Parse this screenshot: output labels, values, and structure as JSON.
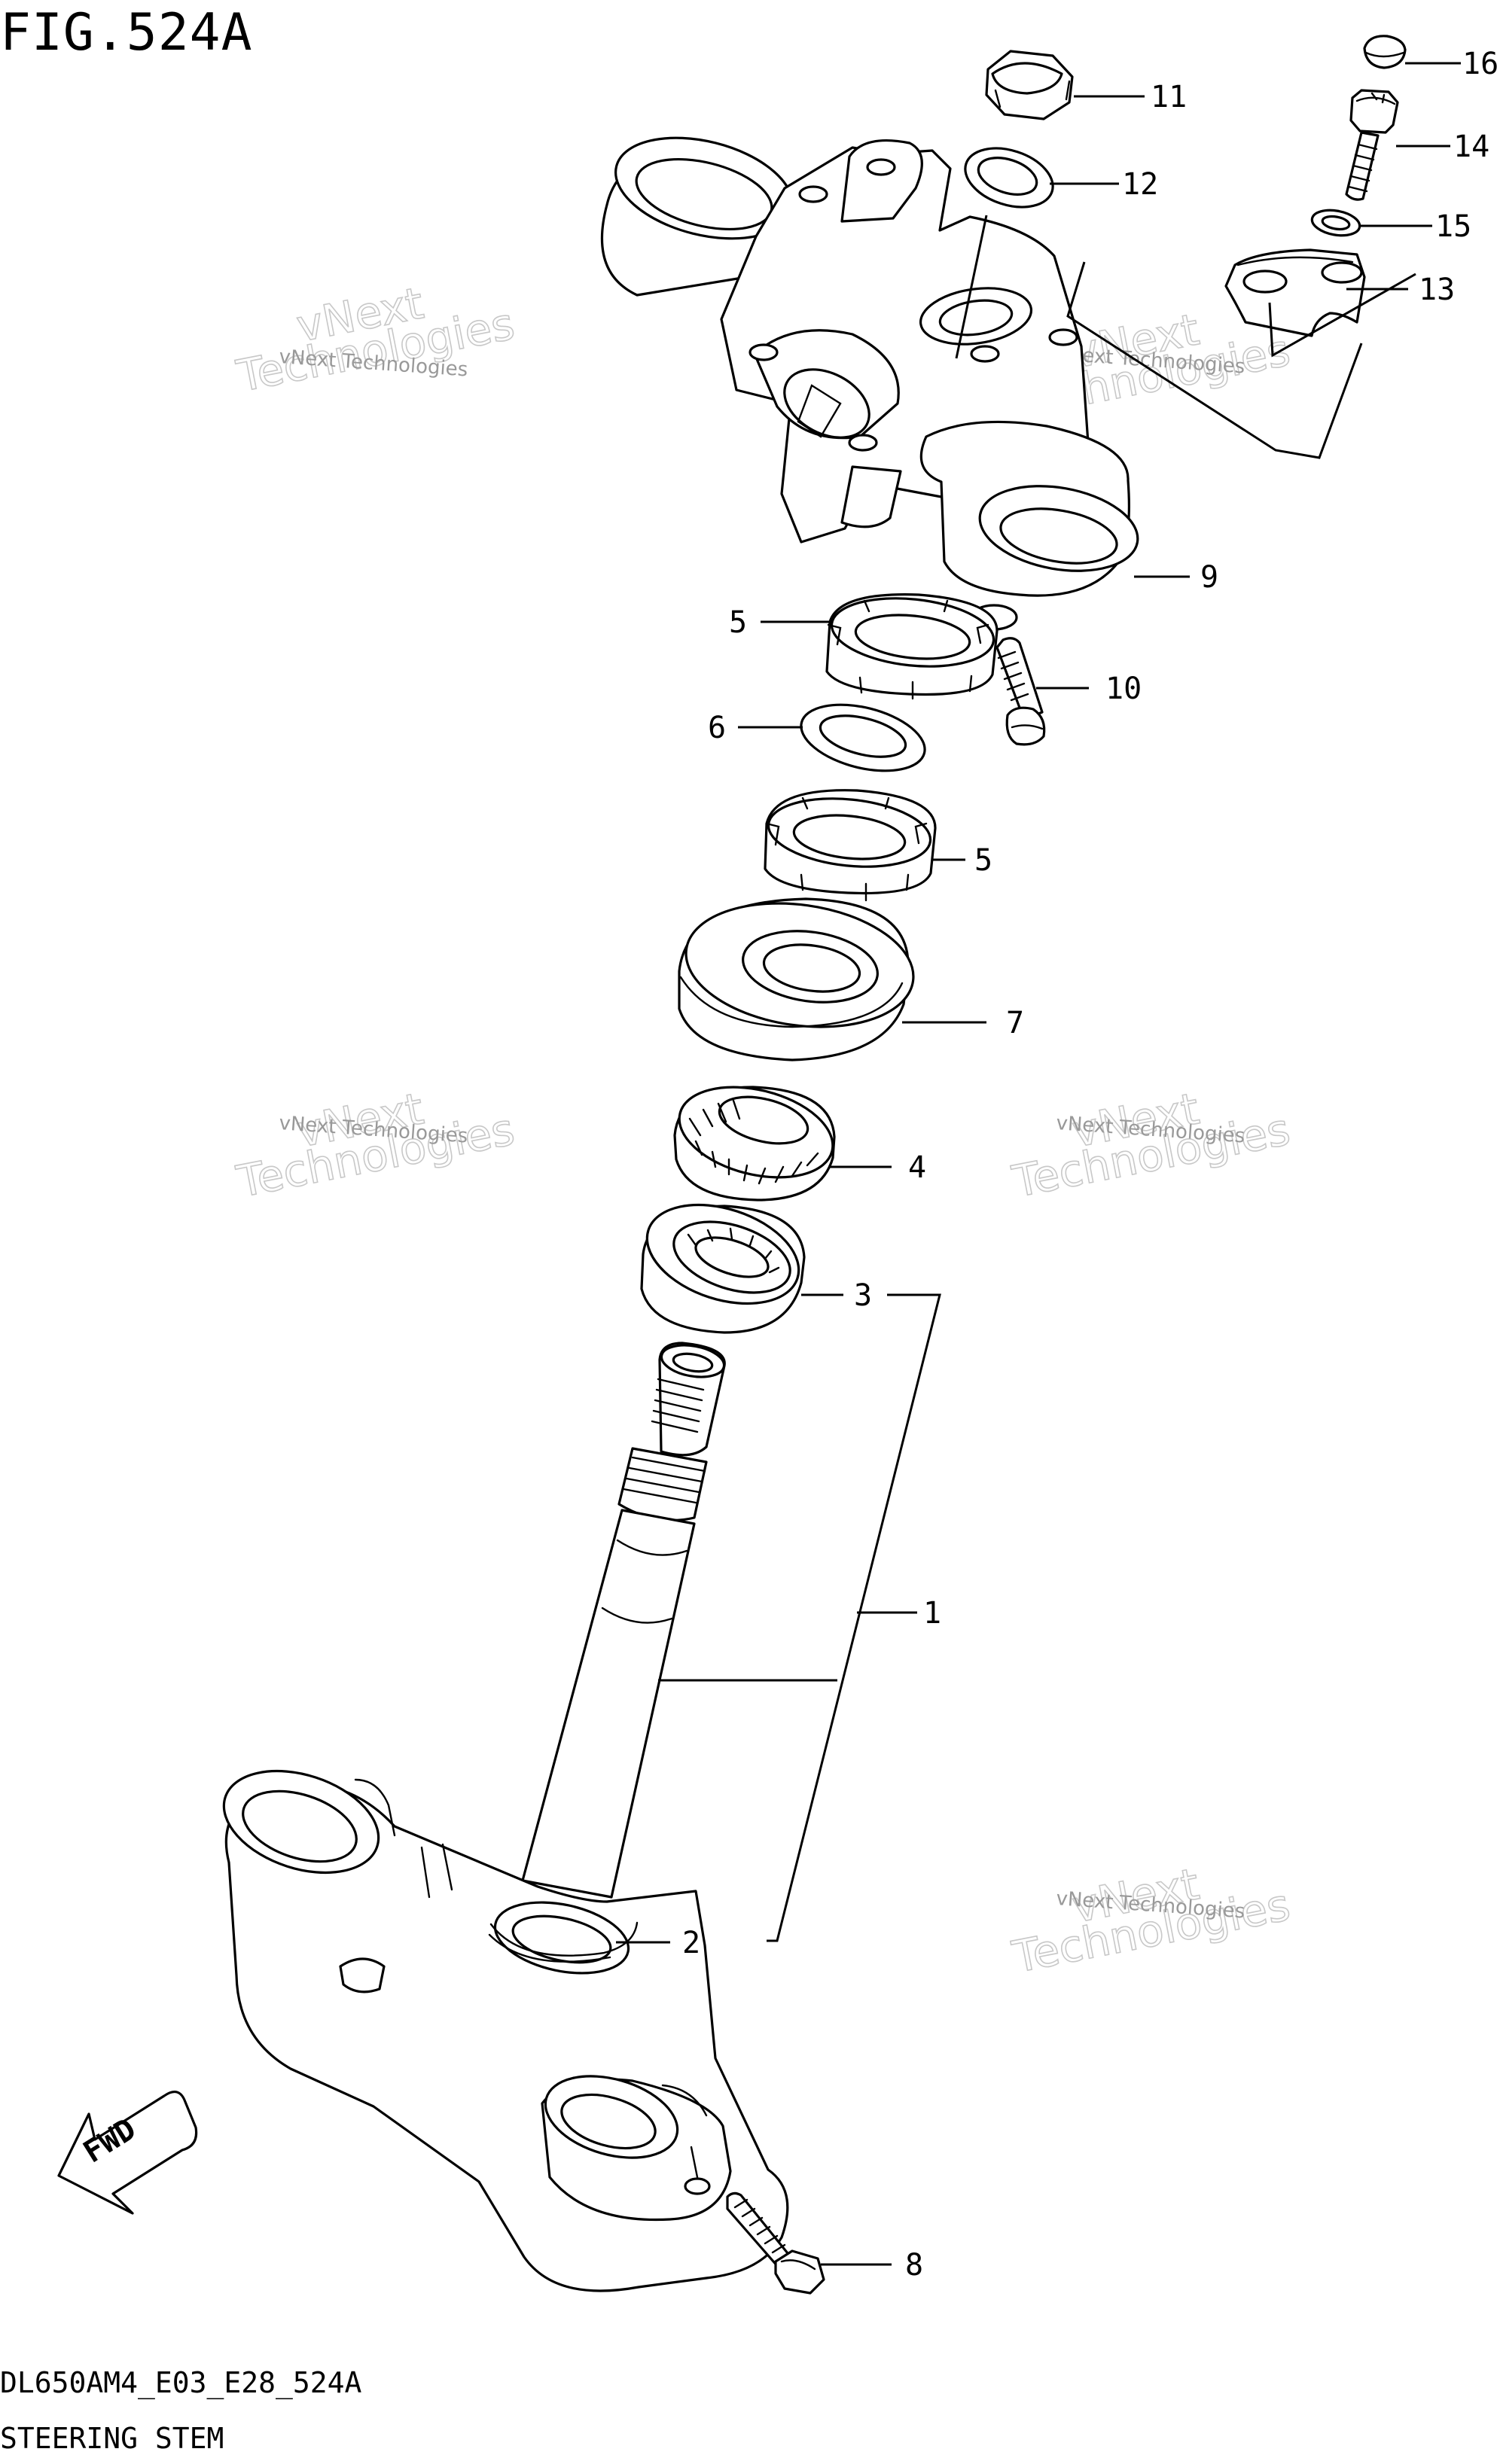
{
  "figure": {
    "title": "FIG.524A",
    "model_code": "DL650AM4_E03_E28_524A",
    "section_name": "STEERING STEM"
  },
  "fwd_arrow": {
    "label": "FWD"
  },
  "callouts": [
    {
      "id": "16",
      "label": "16"
    },
    {
      "id": "11",
      "label": "11"
    },
    {
      "id": "14",
      "label": "14"
    },
    {
      "id": "12",
      "label": "12"
    },
    {
      "id": "15",
      "label": "15"
    },
    {
      "id": "13",
      "label": "13"
    },
    {
      "id": "9",
      "label": "9"
    },
    {
      "id": "5a",
      "label": "5"
    },
    {
      "id": "10",
      "label": "10"
    },
    {
      "id": "6",
      "label": "6"
    },
    {
      "id": "5b",
      "label": "5"
    },
    {
      "id": "7",
      "label": "7"
    },
    {
      "id": "4",
      "label": "4"
    },
    {
      "id": "3",
      "label": "3"
    },
    {
      "id": "1",
      "label": "1"
    },
    {
      "id": "2",
      "label": "2"
    },
    {
      "id": "8",
      "label": "8"
    }
  ],
  "watermark": {
    "line1": "vNext Technologies",
    "line2": "vNext",
    "line3": "Technologies"
  }
}
